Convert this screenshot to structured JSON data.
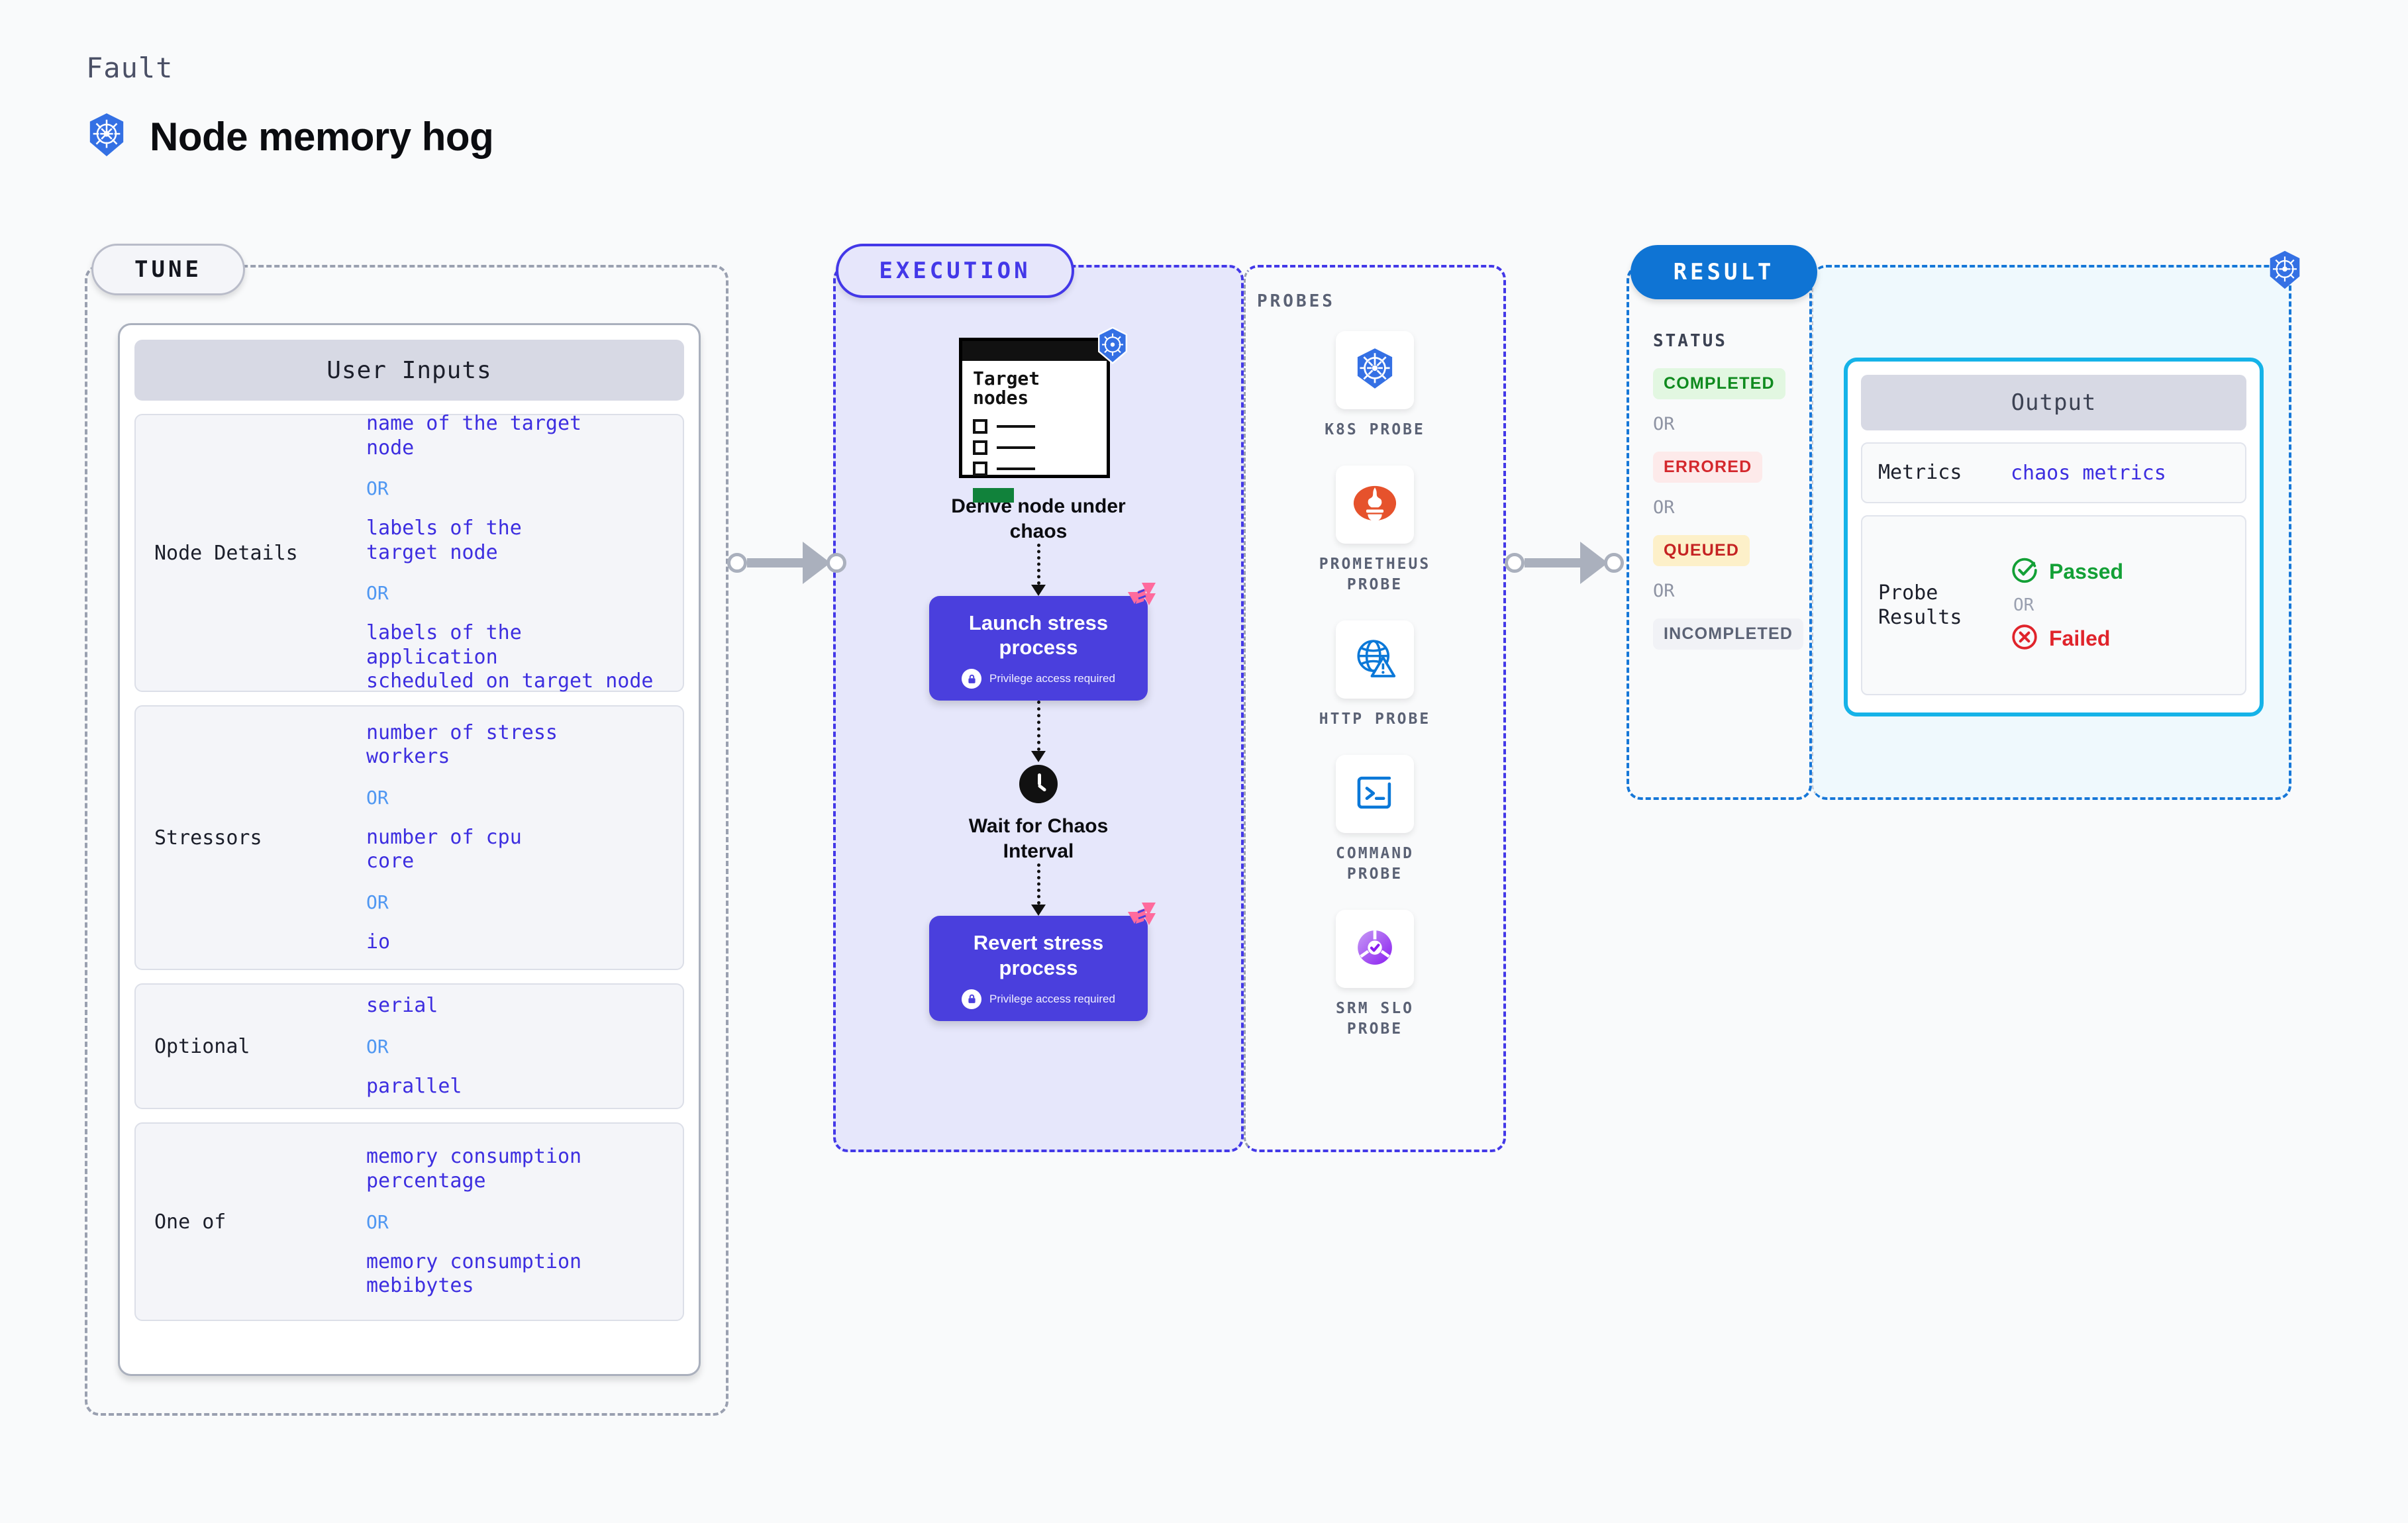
{
  "header": {
    "kicker": "Fault",
    "title": "Node memory hog",
    "icon": "kubernetes-icon"
  },
  "sections": {
    "tune": {
      "chip": "TUNE"
    },
    "execution": {
      "chip": "EXECUTION"
    },
    "probes": {
      "title": "PROBES"
    },
    "result": {
      "chip": "RESULT"
    }
  },
  "tune": {
    "card_title": "User Inputs",
    "rows": [
      {
        "key": "Node Details",
        "values": [
          "name of the target\nnode",
          "labels of the\ntarget node",
          "labels of the application\n scheduled on target node"
        ],
        "or_label": "OR"
      },
      {
        "key": "Stressors",
        "values": [
          "number of stress\nworkers",
          "number of cpu\ncore",
          "io"
        ],
        "or_label": "OR"
      },
      {
        "key": "Optional",
        "values": [
          "serial",
          "parallel"
        ],
        "or_label": "OR"
      },
      {
        "key": "One of",
        "values": [
          "memory consumption\npercentage",
          "memory consumption\nmebibytes"
        ],
        "or_label": "OR"
      }
    ]
  },
  "execution": {
    "derive": {
      "window_title": "Target\nnodes",
      "caption": "Derive node under\nchaos",
      "icon": "kubernetes-icon"
    },
    "steps": [
      {
        "title": "Launch stress\nprocess",
        "subtitle": "Privilege access required",
        "lock_icon": "lock-icon",
        "tag_icon": "harness-icon"
      },
      {
        "title": "Revert stress\nprocess",
        "subtitle": "Privilege access required",
        "lock_icon": "lock-icon",
        "tag_icon": "harness-icon"
      }
    ],
    "wait": {
      "caption": "Wait for Chaos\nInterval",
      "icon": "clock-icon"
    }
  },
  "probes": [
    {
      "label": "K8S PROBE",
      "icon": "kubernetes-icon"
    },
    {
      "label": "PROMETHEUS\nPROBE",
      "icon": "prometheus-icon"
    },
    {
      "label": "HTTP PROBE",
      "icon": "http-globe-icon"
    },
    {
      "label": "COMMAND\nPROBE",
      "icon": "terminal-icon"
    },
    {
      "label": "SRM SLO\nPROBE",
      "icon": "srm-slo-icon"
    }
  ],
  "result": {
    "status_title": "STATUS",
    "or_label": "OR",
    "statuses": [
      {
        "label": "COMPLETED",
        "bg": "#e2f7e1",
        "fg": "#0f8a1e"
      },
      {
        "label": "ERRORED",
        "bg": "#fdeaea",
        "fg": "#d4282d"
      },
      {
        "label": "QUEUED",
        "bg": "#fdf0c9",
        "fg": "#c52323"
      },
      {
        "label": "INCOMPLETED",
        "bg": "#f1f2f6",
        "fg": "#5b6275"
      }
    ],
    "output": {
      "title": "Output",
      "metrics_key": "Metrics",
      "metrics_value": "chaos metrics",
      "probe_key": "Probe\nResults",
      "passed_label": "Passed",
      "failed_label": "Failed",
      "or_label": "OR",
      "passed_icon": "check-circle-icon",
      "failed_icon": "x-circle-icon"
    }
  },
  "colors": {
    "accent_purple": "#4338e8",
    "accent_blue": "#0f74d4",
    "accent_cyan": "#15b3e8",
    "k8s_blue": "#3470e4",
    "harness_pink": "#ff6b9d",
    "value_text": "#3d2ee0",
    "or_text": "#4f97f2"
  }
}
